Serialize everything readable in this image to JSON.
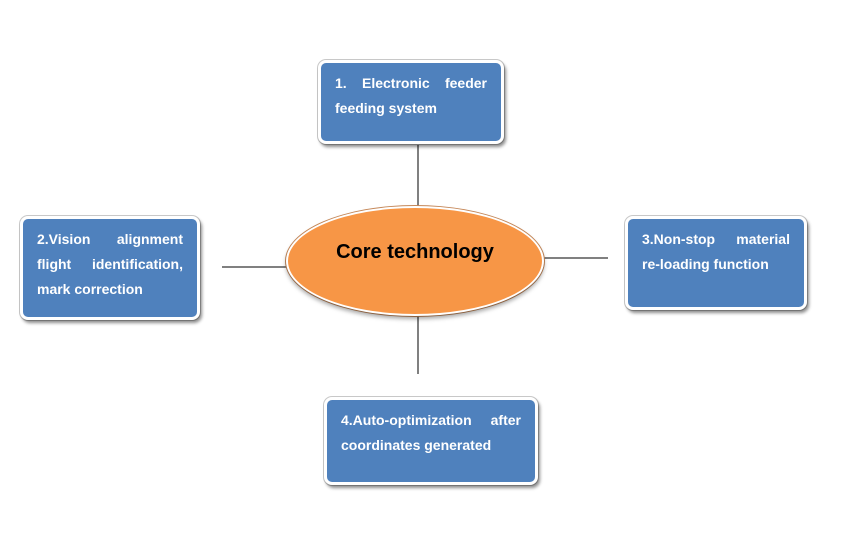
{
  "diagram": {
    "center": {
      "label": "Core technology",
      "fill": "#f79646"
    },
    "nodes": [
      {
        "label": "1. Electronic feeder feeding system"
      },
      {
        "label": "2.Vision alignment flight identification, mark correction"
      },
      {
        "label": "3.Non-stop material re-loading function"
      },
      {
        "label": "4.Auto-optimization after coordinates generated"
      }
    ],
    "node_fill": "#4f81bd",
    "connector_color": "#000000"
  }
}
